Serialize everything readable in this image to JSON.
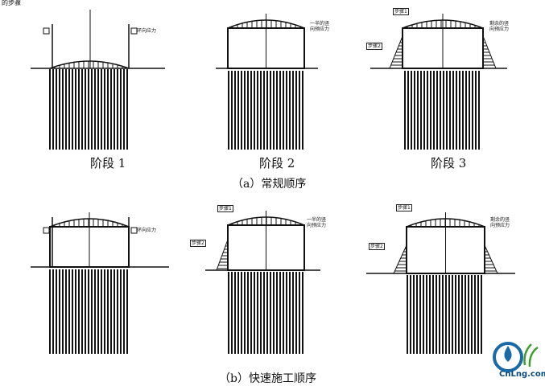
{
  "header_fragment": "的步骤",
  "figure": {
    "row_a": {
      "caption": "（a）常规顺序",
      "stage_labels": [
        "阶段 1",
        "阶段 2",
        "阶段 3"
      ]
    },
    "row_b": {
      "caption": "（b）快速施工顺序"
    },
    "annotations": {
      "hoop_stress": "环向应力",
      "half_prestress": "一半的竖向预应力",
      "remaining_prestress": "剩余的竖向预应力",
      "step1": "步骤1",
      "step2": "步骤2"
    }
  },
  "watermark": {
    "text": "CnLng.com",
    "colors": {
      "blue": "#1a6aa8",
      "green": "#3aa02a"
    }
  }
}
